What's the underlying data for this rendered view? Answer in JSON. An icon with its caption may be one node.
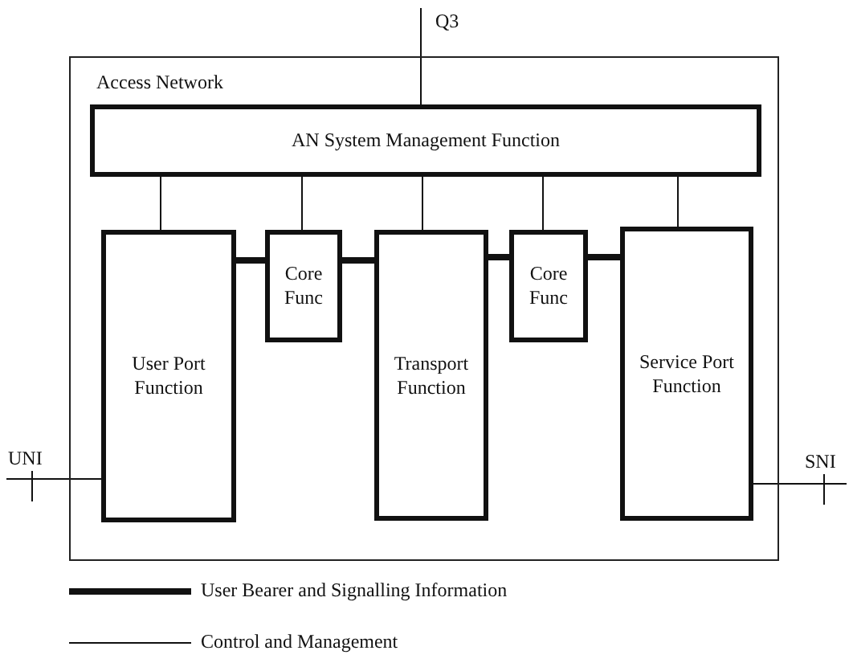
{
  "diagram": {
    "nodes": [
      {
        "text": [
          "Access Network"
        ]
      },
      {
        "text": [
          "AN System Management Function"
        ],
        "in": 0
      },
      {
        "text": [
          "User Port Function"
        ],
        "in": 0
      },
      {
        "text": [
          "Core Func"
        ],
        "in": 0
      },
      {
        "text": [
          "Transport Function"
        ],
        "in": 0
      },
      {
        "text": [
          "Core Func"
        ],
        "in": 0
      },
      {
        "text": [
          "Service Port Function"
        ],
        "in": 0
      }
    ],
    "edges": [
      {
        "from": null,
        "to": 1,
        "arrow": "none",
        "label": "Q3"
      },
      {
        "from": 1,
        "to": 2,
        "arrow": "none"
      },
      {
        "from": 1,
        "to": 3,
        "arrow": "none"
      },
      {
        "from": 1,
        "to": 4,
        "arrow": "none"
      },
      {
        "from": 1,
        "to": 5,
        "arrow": "none"
      },
      {
        "from": 1,
        "to": 6,
        "arrow": "none"
      },
      {
        "from": 2,
        "to": 3,
        "arrow": "none",
        "style": "thick"
      },
      {
        "from": 3,
        "to": 4,
        "arrow": "none",
        "style": "thick"
      },
      {
        "from": 4,
        "to": 5,
        "arrow": "none",
        "style": "thick"
      },
      {
        "from": 5,
        "to": 6,
        "arrow": "none",
        "style": "thick"
      },
      {
        "from": null,
        "to": 2,
        "arrow": "none",
        "label": "UNI"
      },
      {
        "from": 6,
        "to": null,
        "arrow": "none",
        "label": "SNI"
      }
    ],
    "legend": [
      {
        "text": "User Bearer and Signalling Information"
      },
      {
        "text": "Control and Management"
      }
    ]
  }
}
